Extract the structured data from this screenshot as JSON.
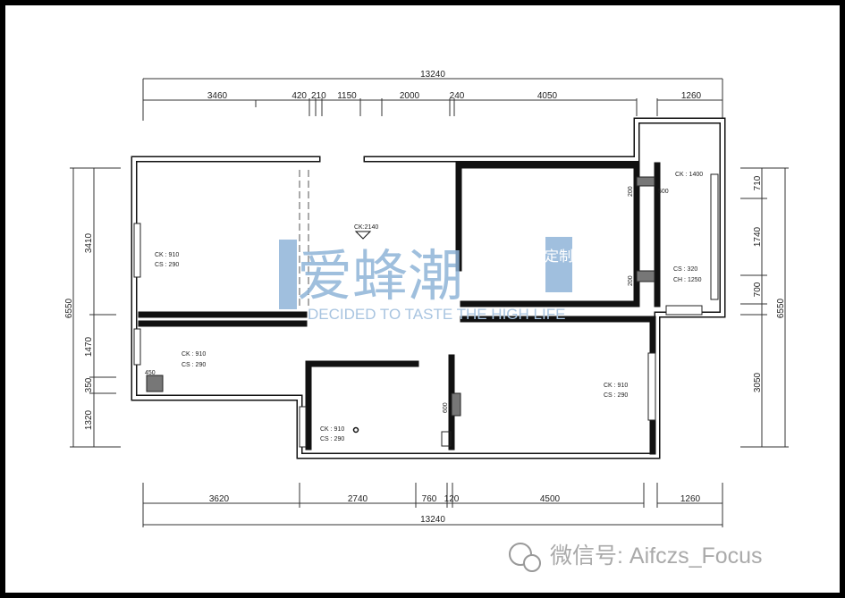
{
  "dimensions": {
    "top_total": "13240",
    "top": [
      "3460",
      "420",
      "210",
      "1150",
      "2000",
      "240",
      "4050",
      "1260"
    ],
    "bottom_total": "13240",
    "bottom": [
      "3620",
      "2740",
      "760",
      "120",
      "4500",
      "1260"
    ],
    "left_total": "6550",
    "left": [
      "3410",
      "1470",
      "350",
      "1320"
    ],
    "right_total": "6550",
    "right": [
      "710",
      "1740",
      "700",
      "3050"
    ],
    "interior": [
      "200",
      "200",
      "600",
      "450",
      "1400",
      "500"
    ]
  },
  "rooms": [
    {
      "ck": "CK : 910",
      "cs": "CS : 290"
    },
    {
      "ck": "CK : 910",
      "cs": "CS : 290"
    },
    {
      "ck": "CK : 910",
      "cs": "CS : 290"
    },
    {
      "ck": "CK : 910",
      "cs": "CS : 290"
    },
    {
      "ck": "CS : 320",
      "cs": "CH : 1250"
    }
  ],
  "misc_label": "CK : 1400",
  "misc_label2": "CK:2140",
  "watermark": {
    "cn": "爱蜂潮",
    "badge": "定制",
    "en": "DECIDED TO TASTE THE HIGH LIFE"
  },
  "footer": "微信号: Aifczs_Focus"
}
